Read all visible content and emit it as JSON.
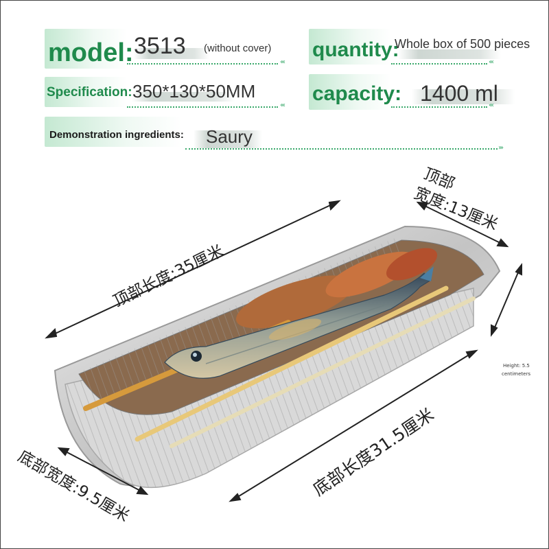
{
  "specs": {
    "model_label": "model:",
    "model_value": "3513",
    "model_note": "(without cover)",
    "quantity_label": "quantity:",
    "quantity_value": "Whole box of 500 pieces",
    "spec_label": "Specification:",
    "spec_value": "350*130*50MM",
    "capacity_label": "capacity:",
    "capacity_value": "1400 ml",
    "ingredients_label": "Demonstration ingredients:",
    "ingredients_value": "Saury"
  },
  "dimensions": {
    "top_length": "顶部长度:35厘米",
    "top_width_line1": "顶部",
    "top_width_line2": "宽度:13厘米",
    "bottom_length": "底部长度31.5厘米",
    "bottom_width": "底部宽度:9.5厘米",
    "height_line1": "Height: 5.5",
    "height_line2": "centimeters"
  },
  "colors": {
    "label_green": "#1f8a4c",
    "foil": "#c9c9c9"
  }
}
